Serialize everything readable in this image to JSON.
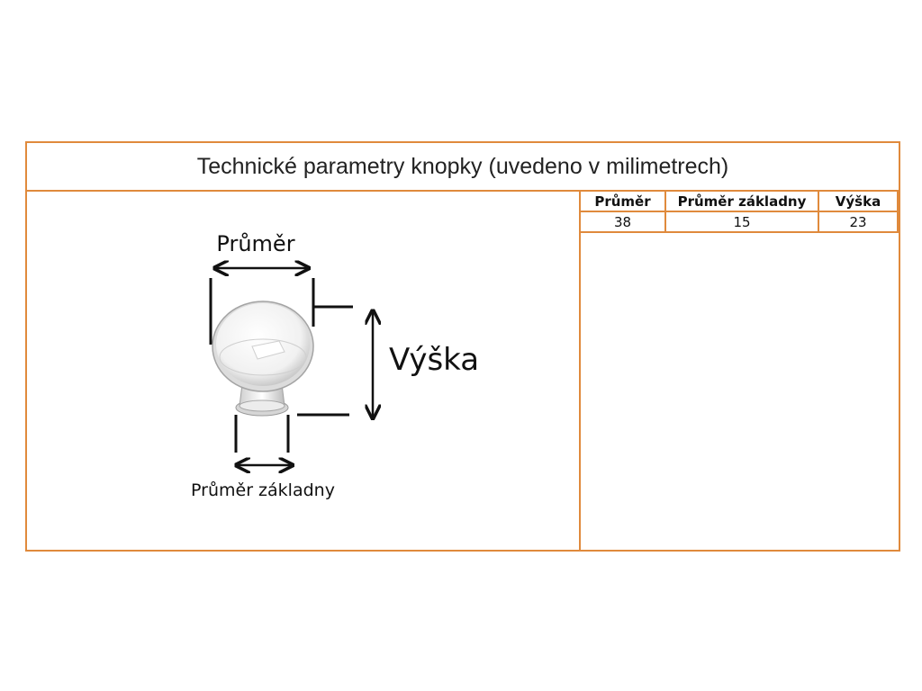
{
  "title": "Technické parametry knopky (uvedeno v milimetrech)",
  "diagram": {
    "diameter_label": "Průměr",
    "height_label": "Výška",
    "base_diameter_label": "Průměr základny"
  },
  "table": {
    "headers": [
      "Průměr",
      "Průměr základny",
      "Výška"
    ],
    "values": [
      "38",
      "15",
      "23"
    ]
  },
  "colors": {
    "border": "#e08a3c",
    "text": "#111111"
  },
  "icons": [
    "cabinet-knob-image",
    "double-arrow-icon"
  ]
}
